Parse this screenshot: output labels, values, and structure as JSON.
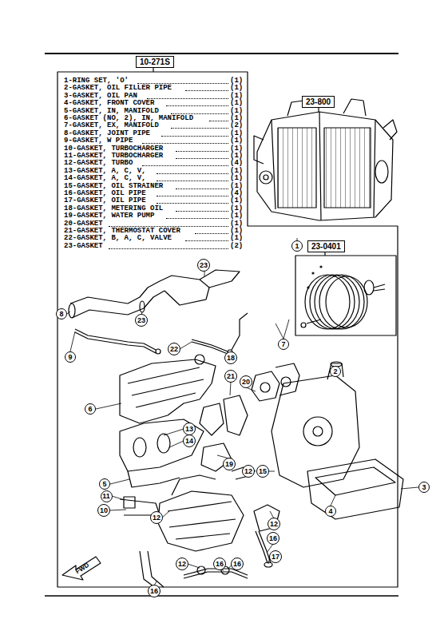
{
  "diagram": {
    "nodes": [
      {
        "text": [
          "10-271S"
        ]
      },
      {
        "text": [
          "23-800"
        ]
      },
      {
        "text": [
          "1"
        ]
      },
      {
        "text": [
          "23-0401"
        ]
      },
      {
        "text": [
          "23"
        ]
      },
      {
        "text": [
          "8"
        ]
      },
      {
        "text": [
          "23"
        ]
      },
      {
        "text": [
          "7"
        ]
      },
      {
        "text": [
          "22"
        ]
      },
      {
        "text": [
          "9"
        ]
      },
      {
        "text": [
          "18"
        ]
      },
      {
        "text": [
          "2"
        ]
      },
      {
        "text": [
          "21"
        ]
      },
      {
        "text": [
          "20"
        ]
      },
      {
        "text": [
          "6"
        ]
      },
      {
        "text": [
          "13"
        ]
      },
      {
        "text": [
          "14"
        ]
      },
      {
        "text": [
          "19"
        ]
      },
      {
        "text": [
          "12"
        ]
      },
      {
        "text": [
          "15"
        ]
      },
      {
        "text": [
          "5"
        ]
      },
      {
        "text": [
          "3"
        ]
      },
      {
        "text": [
          "11"
        ]
      },
      {
        "text": [
          "10"
        ]
      },
      {
        "text": [
          "4"
        ]
      },
      {
        "text": [
          "12"
        ]
      },
      {
        "text": [
          "12"
        ]
      },
      {
        "text": [
          "16"
        ]
      },
      {
        "text": [
          "17"
        ]
      },
      {
        "text": [
          "12"
        ]
      },
      {
        "text": [
          "16"
        ]
      },
      {
        "text": [
          "16"
        ]
      },
      {
        "text": [
          "16"
        ]
      }
    ],
    "labels": [
      "1-RING SET, 'O'",
      "(1)",
      "2-GASKET, OIL FILLER PIPE",
      "(1)",
      "3-GASKET, OIL PAN",
      "(1)",
      "4-GASKET, FRONT COVER",
      "(1)",
      "5-GASKET, IN, MANIFOLD",
      "(1)",
      "6-GASKET (NO, 2), IN, MANIFOLD",
      "(1)",
      "7-GASKET, EX, MANIFOLD",
      "(2)",
      "8-GASKET, JOINT PIPE",
      "(1)",
      "9-GASKET, W PIPE",
      "(1)",
      "10-GASKET, TURBOCHARGER",
      "(1)",
      "11-GASKET, TURBOCHARGER",
      "(1)",
      "12-GASKET, TURBO",
      "(4)",
      "13-GASKET, A, C, V,",
      "(1)",
      "14-GASKET, A, C, V,",
      "(1)",
      "15-GASKET, OIL STRAINER",
      "(1)",
      "16-GASKET, OIL PIPE",
      "(4)",
      "17-GASKET, OIL PIPE",
      "(1)",
      "18-GASKET, METERING OIL",
      "(1)",
      "19-GASKET, WATER PUMP",
      "(1)",
      "20-GASKET",
      "(1)",
      "21-GASKET, THERMOSTAT COVER",
      "(1)",
      "22-GASKET, B, A, C, VALVE",
      "(1)",
      "23-GASKET",
      "(2)",
      "FWD"
    ]
  }
}
